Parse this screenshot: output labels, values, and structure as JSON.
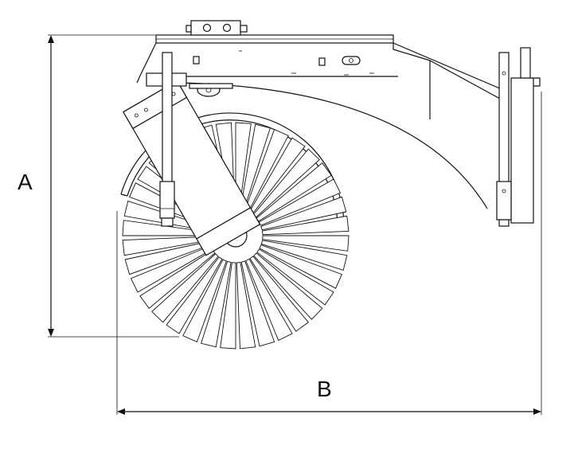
{
  "dimensions": {
    "height_label": "A",
    "width_label": "B"
  },
  "parts": {
    "bristle_count": 36,
    "colors": {
      "line": "#111111",
      "background": "#ffffff"
    }
  }
}
